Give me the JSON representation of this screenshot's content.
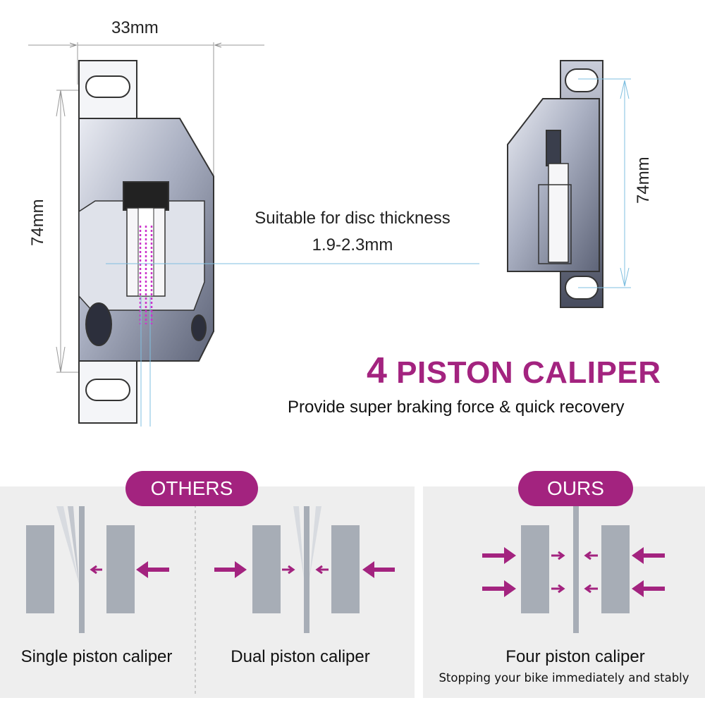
{
  "top": {
    "dim_width": "33mm",
    "dim_height_left": "74mm",
    "dim_height_right": "74mm",
    "disc_line1": "Suitable for disc thickness",
    "disc_line2": "1.9-2.3mm",
    "headline_num": "4",
    "headline_text": "PISTON CALIPER",
    "subline": "Provide super braking force & quick recovery"
  },
  "bottom": {
    "others_label": "OTHERS",
    "ours_label": "OURS",
    "single_caption": "Single piston caliper",
    "dual_caption": "Dual piston caliper",
    "four_caption": "Four piston caliper",
    "four_note": "Stopping your bike immediately and stably"
  },
  "colors": {
    "accent": "#a3237f",
    "pad": "#a7adb6",
    "panel": "#eeeeee",
    "dim_line": "#7fbfe0"
  }
}
